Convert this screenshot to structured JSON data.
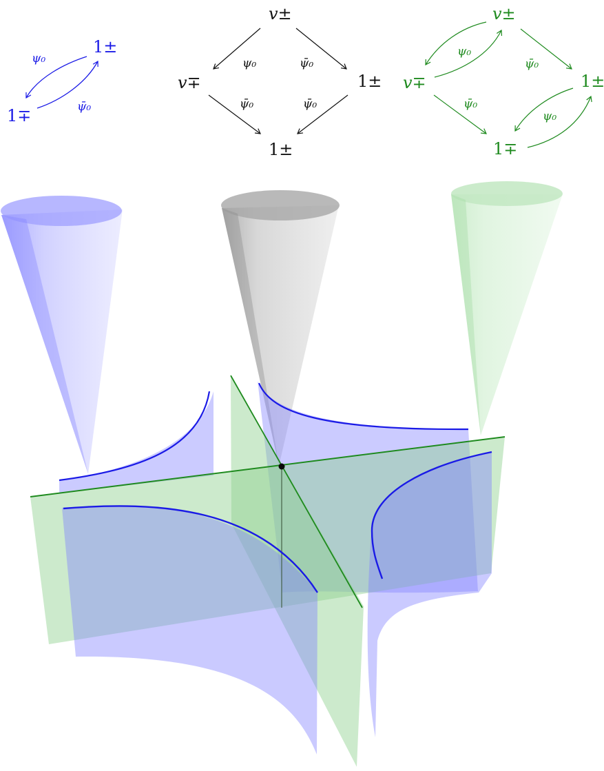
{
  "colors": {
    "blue": "#1a1ae6",
    "black": "#111111",
    "green": "#1e8a1e",
    "blue_fill": "#9999ff",
    "green_fill": "#99d699",
    "gray_fill": "#b3b3b3"
  },
  "diagram_blue": {
    "node_top": "1±",
    "node_bottom": "1∓",
    "edge_up": "ψ₀",
    "edge_down": "ψ̄₀"
  },
  "diagram_black": {
    "node_top": "v±",
    "node_left": "v∓",
    "node_right": "1±",
    "node_bottom": "1±",
    "edge_top_left": "ψ₀",
    "edge_top_right": "ψ̄₀",
    "edge_bottom_left": "ψ̄₀",
    "edge_bottom_right": "ψ̄₀"
  },
  "diagram_green": {
    "node_top": "v±",
    "node_left": "v∓",
    "node_right": "1±",
    "node_bottom": "1∓",
    "edge_top_loop": "ψ₀",
    "edge_top_right": "ψ̄₀",
    "edge_bottom_left": "ψ̄₀",
    "edge_bottom_loop": "ψ₀"
  }
}
